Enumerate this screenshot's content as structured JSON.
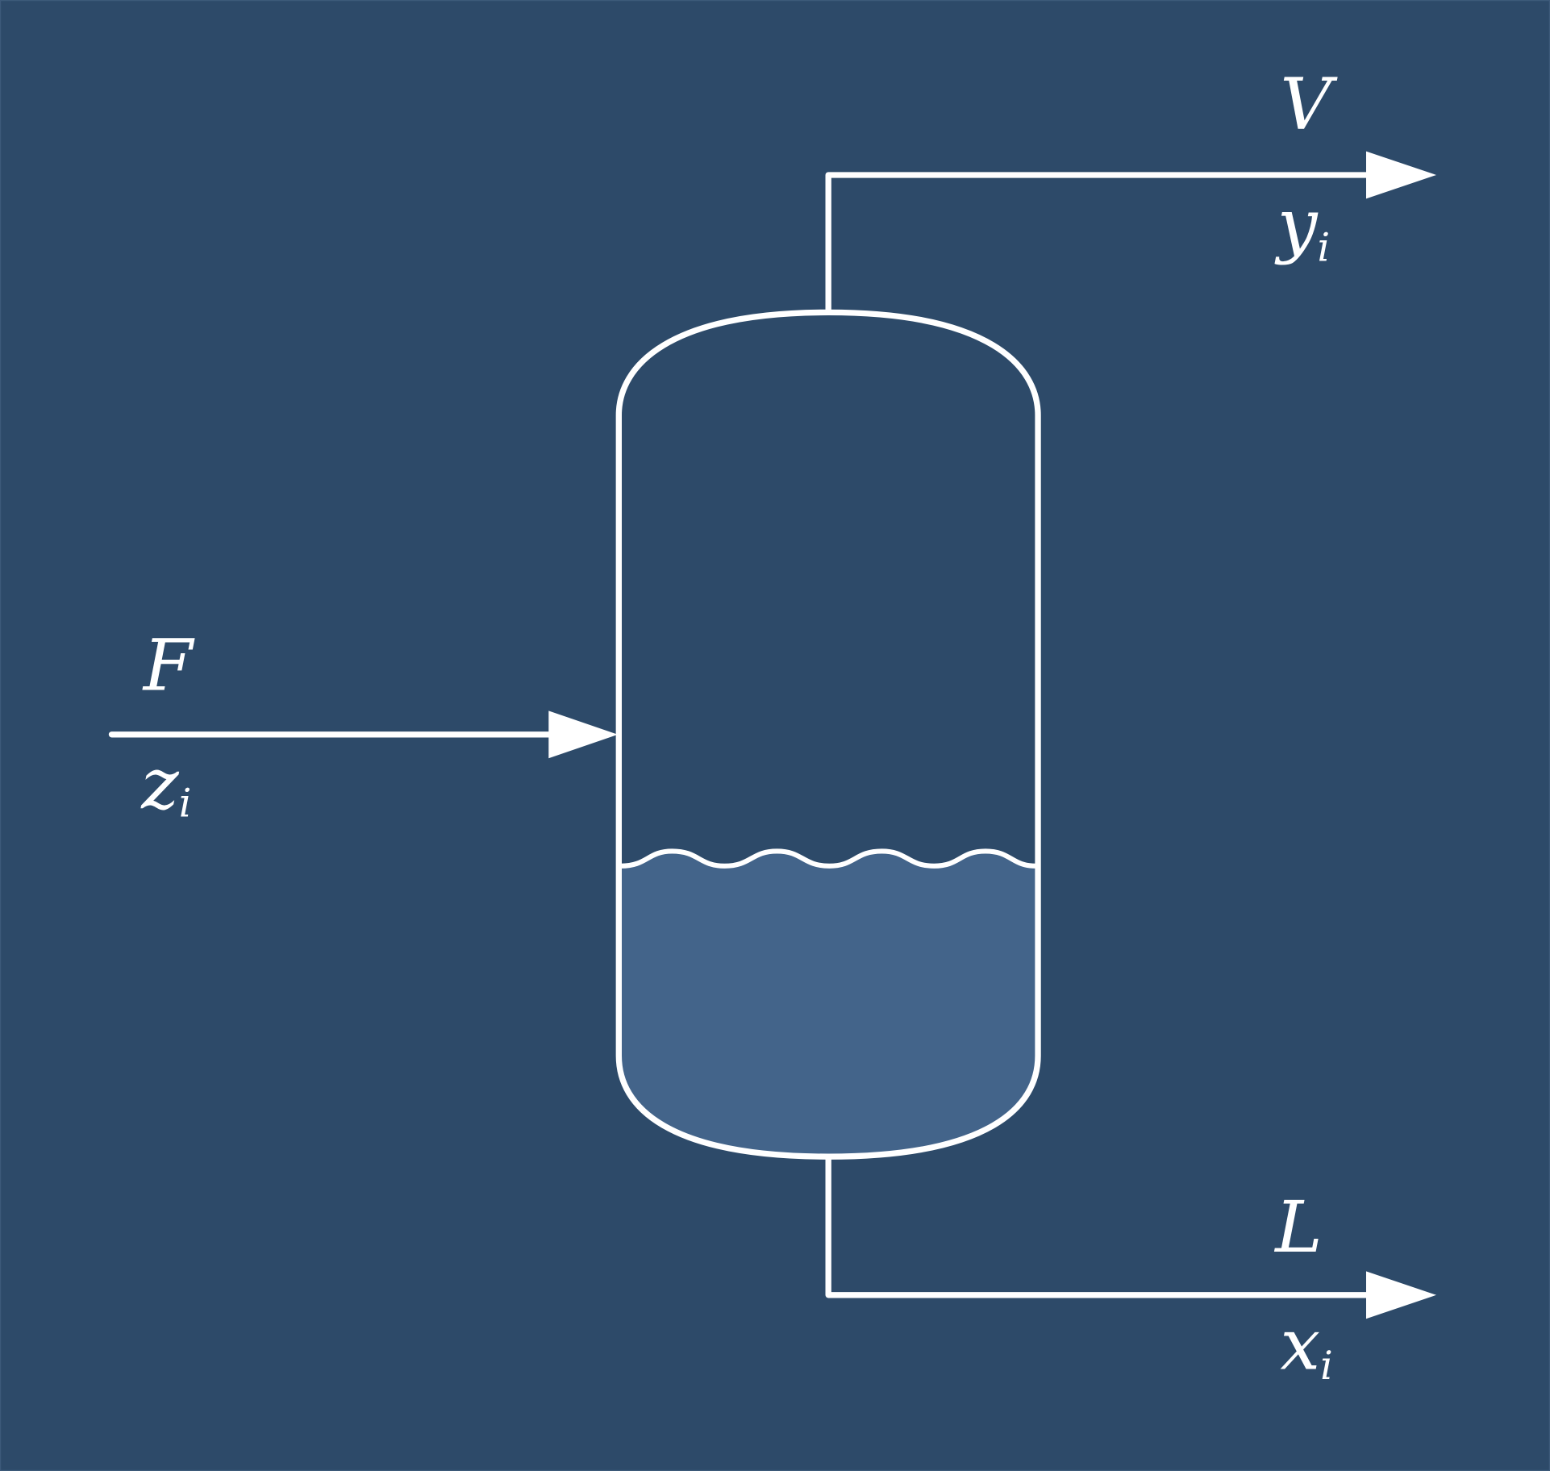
{
  "colors": {
    "background": "#2d4a69",
    "liquid": "#43648a",
    "stroke": "#ffffff"
  },
  "labels": {
    "vapor": "V",
    "vapor_comp": "y",
    "feed": "F",
    "feed_comp": "z",
    "liquid": "L",
    "liquid_comp": "x",
    "subscript": "i"
  }
}
